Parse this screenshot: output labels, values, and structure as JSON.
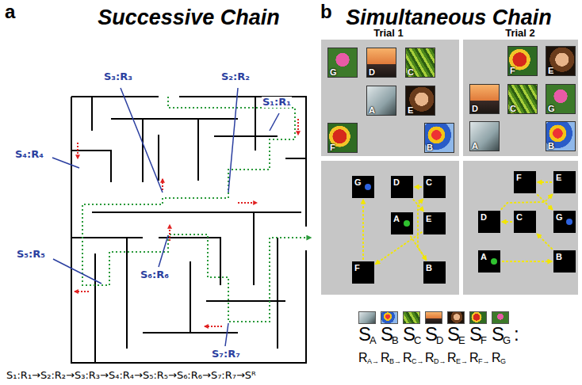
{
  "diagram": {
    "nodes": [
      {
        "text": [
          "G"
        ]
      },
      {
        "text": [
          "D"
        ]
      },
      {
        "text": [
          "C"
        ]
      },
      {
        "text": [
          "A"
        ]
      },
      {
        "text": [
          "E"
        ]
      },
      {
        "text": [
          "F"
        ]
      },
      {
        "text": [
          "B"
        ]
      },
      {
        "text": [
          "F"
        ]
      },
      {
        "text": [
          "E"
        ]
      },
      {
        "text": [
          "D"
        ]
      },
      {
        "text": [
          "C"
        ]
      },
      {
        "text": [
          "G"
        ]
      },
      {
        "text": [
          "A"
        ]
      },
      {
        "text": [
          "B"
        ]
      },
      {
        "text": [
          "G"
        ]
      },
      {
        "text": [
          "D"
        ]
      },
      {
        "text": [
          "C"
        ]
      },
      {
        "text": [
          "A"
        ]
      },
      {
        "text": [
          "E"
        ]
      },
      {
        "text": [
          "F"
        ]
      },
      {
        "text": [
          "B"
        ]
      },
      {
        "text": [
          "F"
        ]
      },
      {
        "text": [
          "E"
        ]
      },
      {
        "text": [
          "D"
        ]
      },
      {
        "text": [
          "C"
        ]
      },
      {
        "text": [
          "G"
        ]
      },
      {
        "text": [
          "A"
        ]
      },
      {
        "text": [
          "B"
        ]
      }
    ],
    "edges": [
      {
        "from": 17,
        "to": 20,
        "arrow": "to"
      },
      {
        "from": 20,
        "to": 16,
        "arrow": "to"
      },
      {
        "from": 16,
        "to": 15,
        "arrow": "to"
      },
      {
        "from": 15,
        "to": 18,
        "arrow": "to"
      },
      {
        "from": 18,
        "to": 19,
        "arrow": "to"
      },
      {
        "from": 19,
        "to": 14,
        "arrow": "to"
      },
      {
        "from": 26,
        "to": 27,
        "arrow": "to"
      },
      {
        "from": 27,
        "to": 24,
        "arrow": "to"
      },
      {
        "from": 24,
        "to": 23,
        "arrow": "to"
      },
      {
        "from": 23,
        "to": 22,
        "arrow": "to"
      },
      {
        "from": 22,
        "to": 21,
        "arrow": "to"
      },
      {
        "from": 21,
        "to": 25,
        "arrow": "to"
      }
    ],
    "labels": [
      "a",
      "b",
      "Successive Chain",
      "Simultaneous Chain",
      "Trial 1",
      "Trial 2",
      "S₁:R₁",
      "S₂:R₂",
      "S₃:R₃",
      "S₄:R₄",
      "S₅:R₅",
      "S₆:R₆",
      "S₇:R₇",
      "S₁:R₁→S₂:R₂→S₃:R₃→S₄:R₄→S₅:R₅→S₆:R₆→S₇:R₇→Sᴿ",
      "S",
      "A",
      "S",
      "B",
      "S",
      "C",
      "S",
      "D",
      "S",
      "E",
      "S",
      "F",
      "S",
      "G",
      ":",
      "R",
      "A→",
      "R",
      "B→",
      "R",
      "C→",
      "R",
      "D→",
      "R",
      "E→",
      "R",
      "F→",
      "R",
      "G"
    ]
  }
}
